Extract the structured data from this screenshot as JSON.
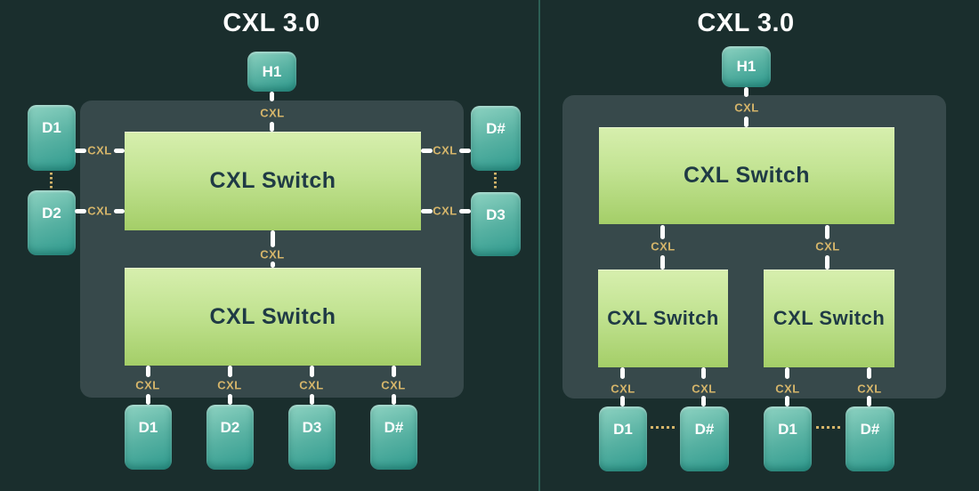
{
  "link_label": "CXL",
  "left_diagram": {
    "title": "CXL 3.0",
    "host_label": "H1",
    "top_switch_label": "CXL Switch",
    "bottom_switch_label": "CXL Switch",
    "left_devices": [
      "D1",
      "D2"
    ],
    "right_devices": [
      "D#",
      "D3"
    ],
    "bottom_devices": [
      "D1",
      "D2",
      "D3",
      "D#"
    ]
  },
  "right_diagram": {
    "title": "CXL 3.0",
    "host_label": "H1",
    "top_switch_label": "CXL Switch",
    "left_switch_label": "CXL Switch",
    "right_switch_label": "CXL Switch",
    "left_group_devices": [
      "D1",
      "D#"
    ],
    "right_group_devices": [
      "D1",
      "D#"
    ]
  },
  "colors": {
    "background": "#1a2e2d",
    "panel": "#37494a",
    "device_teal": "#3ea191",
    "switch_green": "#b5da7f",
    "link_gold": "#d5b56a",
    "line_white": "#ffffff",
    "divider": "#2d5f55"
  }
}
